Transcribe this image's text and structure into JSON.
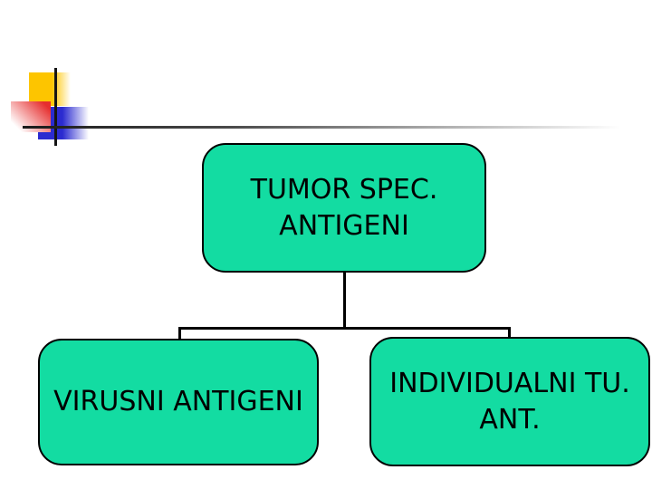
{
  "slide": {
    "background_color": "#ffffff"
  },
  "decoration": {
    "yellow_square_color": "#fdc500",
    "red_square_color": "#e62e2e",
    "blue_square_color": "#2b2bd0",
    "vertical_line_color": "#151515",
    "horizontal_line_color": "#1a1a1a"
  },
  "diagram": {
    "type": "tree",
    "node_fill_color": "#13dca2",
    "node_border_color": "#000000",
    "text_color": "#000000",
    "root": {
      "id": "tumor-spec-antigeni",
      "lines": [
        "TUMOR SPEC.",
        "ANTIGENI"
      ]
    },
    "children": [
      {
        "id": "virusni-antigeni",
        "lines": [
          "VIRUSNI ANTIGENI"
        ]
      },
      {
        "id": "individualni-tu-ant",
        "lines": [
          "INDIVIDUALNI TU.",
          "ANT."
        ]
      }
    ]
  }
}
